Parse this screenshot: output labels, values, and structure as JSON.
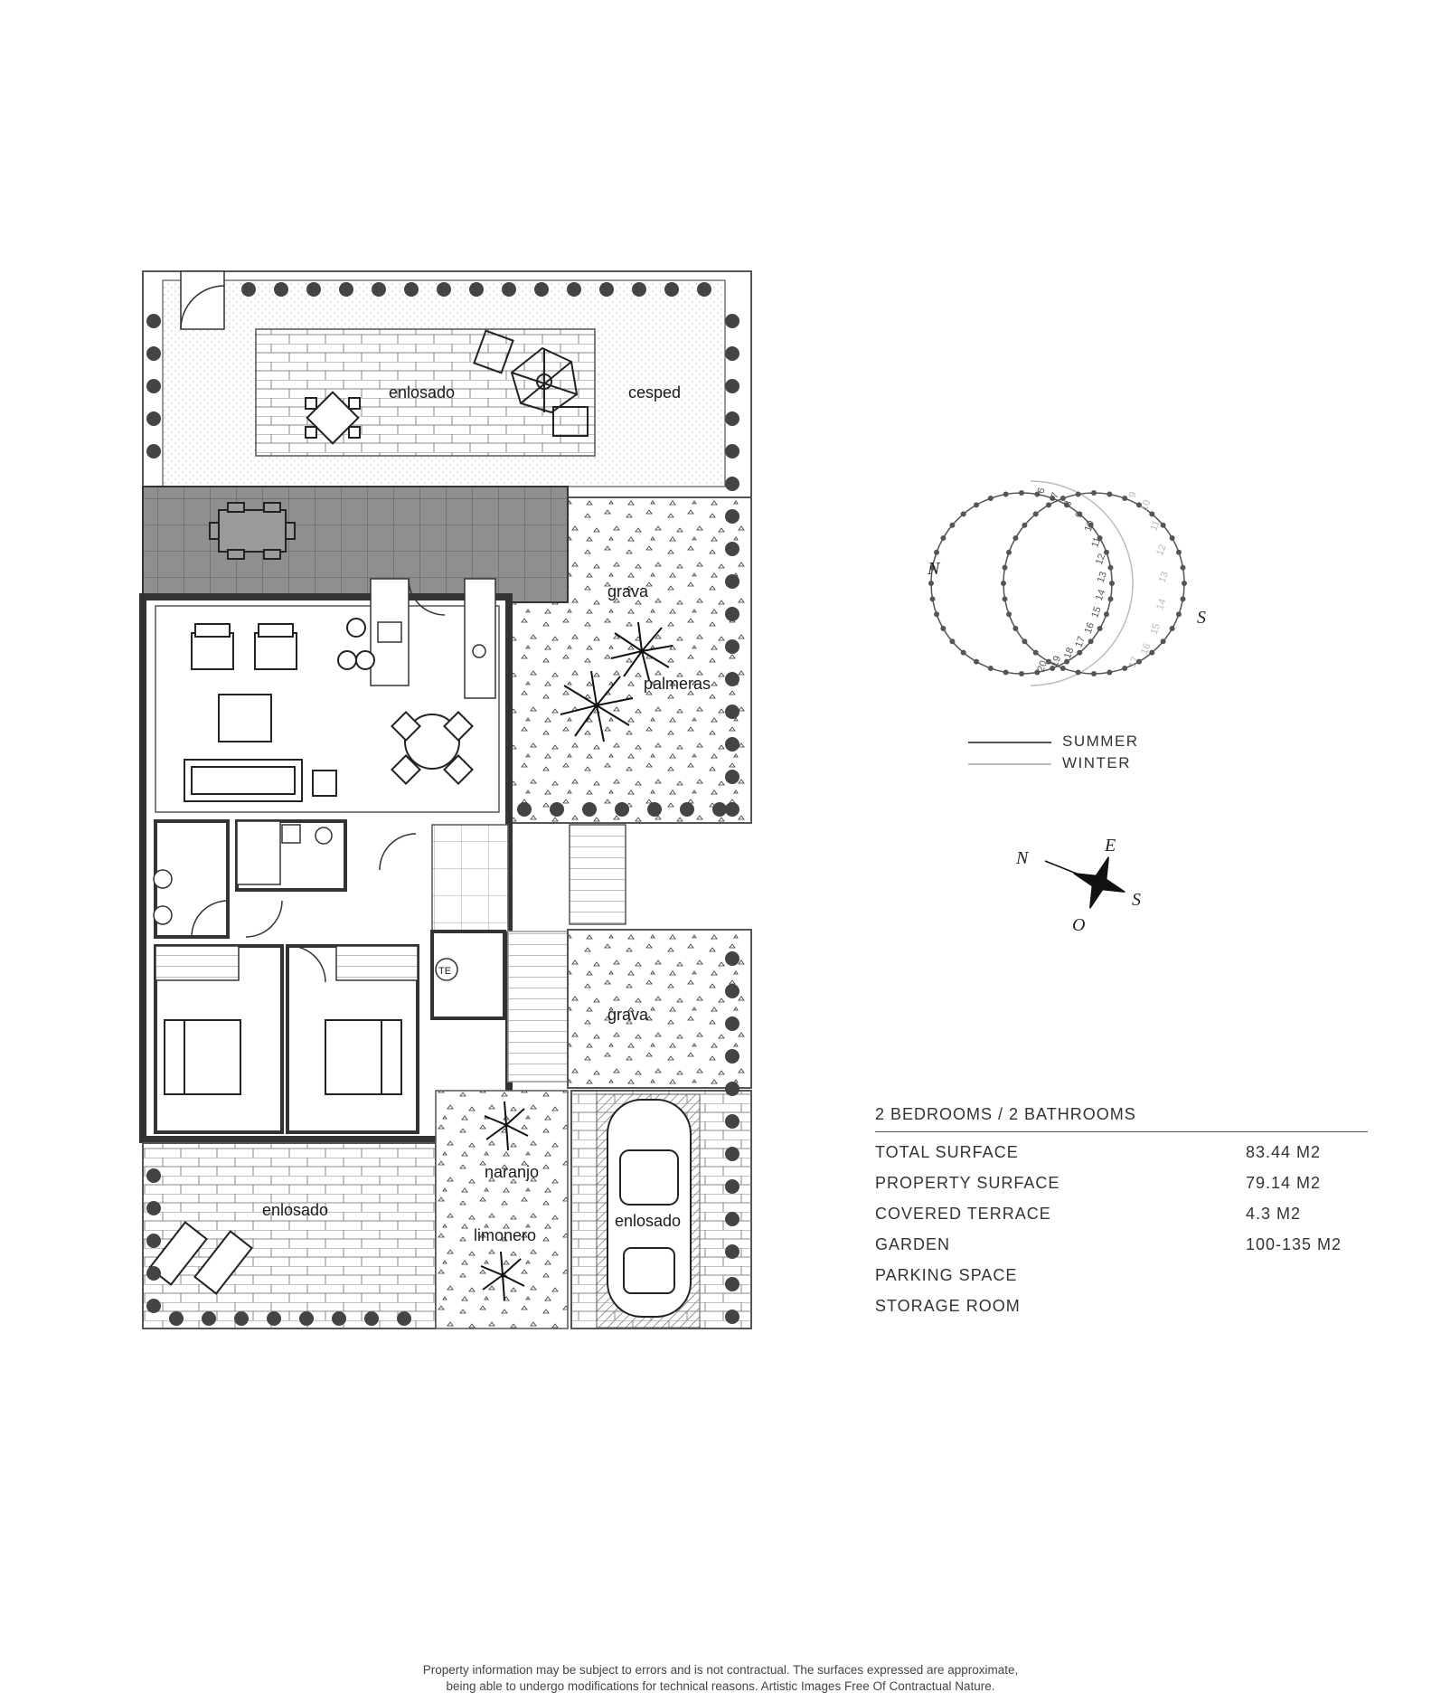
{
  "zones": {
    "enlosado_top": "enlosado",
    "cesped": "cesped",
    "grava_right": "grava",
    "palmeras": "palmeras",
    "grava_lower": "grava",
    "naranjo": "naranjo",
    "limonero": "limonero",
    "enlosado_bottom": "enlosado",
    "enlosado_parking": "enlosado",
    "te_label": "TE"
  },
  "sun_path": {
    "north": "N",
    "south": "S",
    "summer_hours": [
      "6",
      "7",
      "8",
      "9",
      "10",
      "11",
      "12",
      "13",
      "14",
      "15",
      "16",
      "17",
      "18",
      "19",
      "20"
    ],
    "winter_hours": [
      "9",
      "10",
      "11",
      "12",
      "13",
      "14",
      "15",
      "16",
      "17"
    ],
    "legend": {
      "summer": "SUMMER",
      "winter": "WINTER"
    },
    "colors": {
      "summer": "#555555",
      "winter": "#bbbbbb",
      "fill": "#e6e6e6"
    }
  },
  "compass": {
    "n": "N",
    "e": "E",
    "s": "S",
    "o": "O"
  },
  "specs": {
    "heading": "2 BEDROOMS / 2 BATHROOMS",
    "rows": [
      {
        "label": "TOTAL SURFACE",
        "value": "83.44 M2"
      },
      {
        "label": "PROPERTY SURFACE",
        "value": "79.14 M2"
      },
      {
        "label": "COVERED TERRACE",
        "value": "4.3 M2"
      },
      {
        "label": "GARDEN",
        "value": "100-135 M2"
      },
      {
        "label": "PARKING SPACE",
        "value": ""
      },
      {
        "label": "STORAGE ROOM",
        "value": ""
      }
    ]
  },
  "footer": {
    "line1": "Property information may be subject to errors and is not contractual. The surfaces expressed are approximate,",
    "line2": "being able to undergo modifications for technical reasons. Artistic Images Free Of Contractual Nature."
  }
}
